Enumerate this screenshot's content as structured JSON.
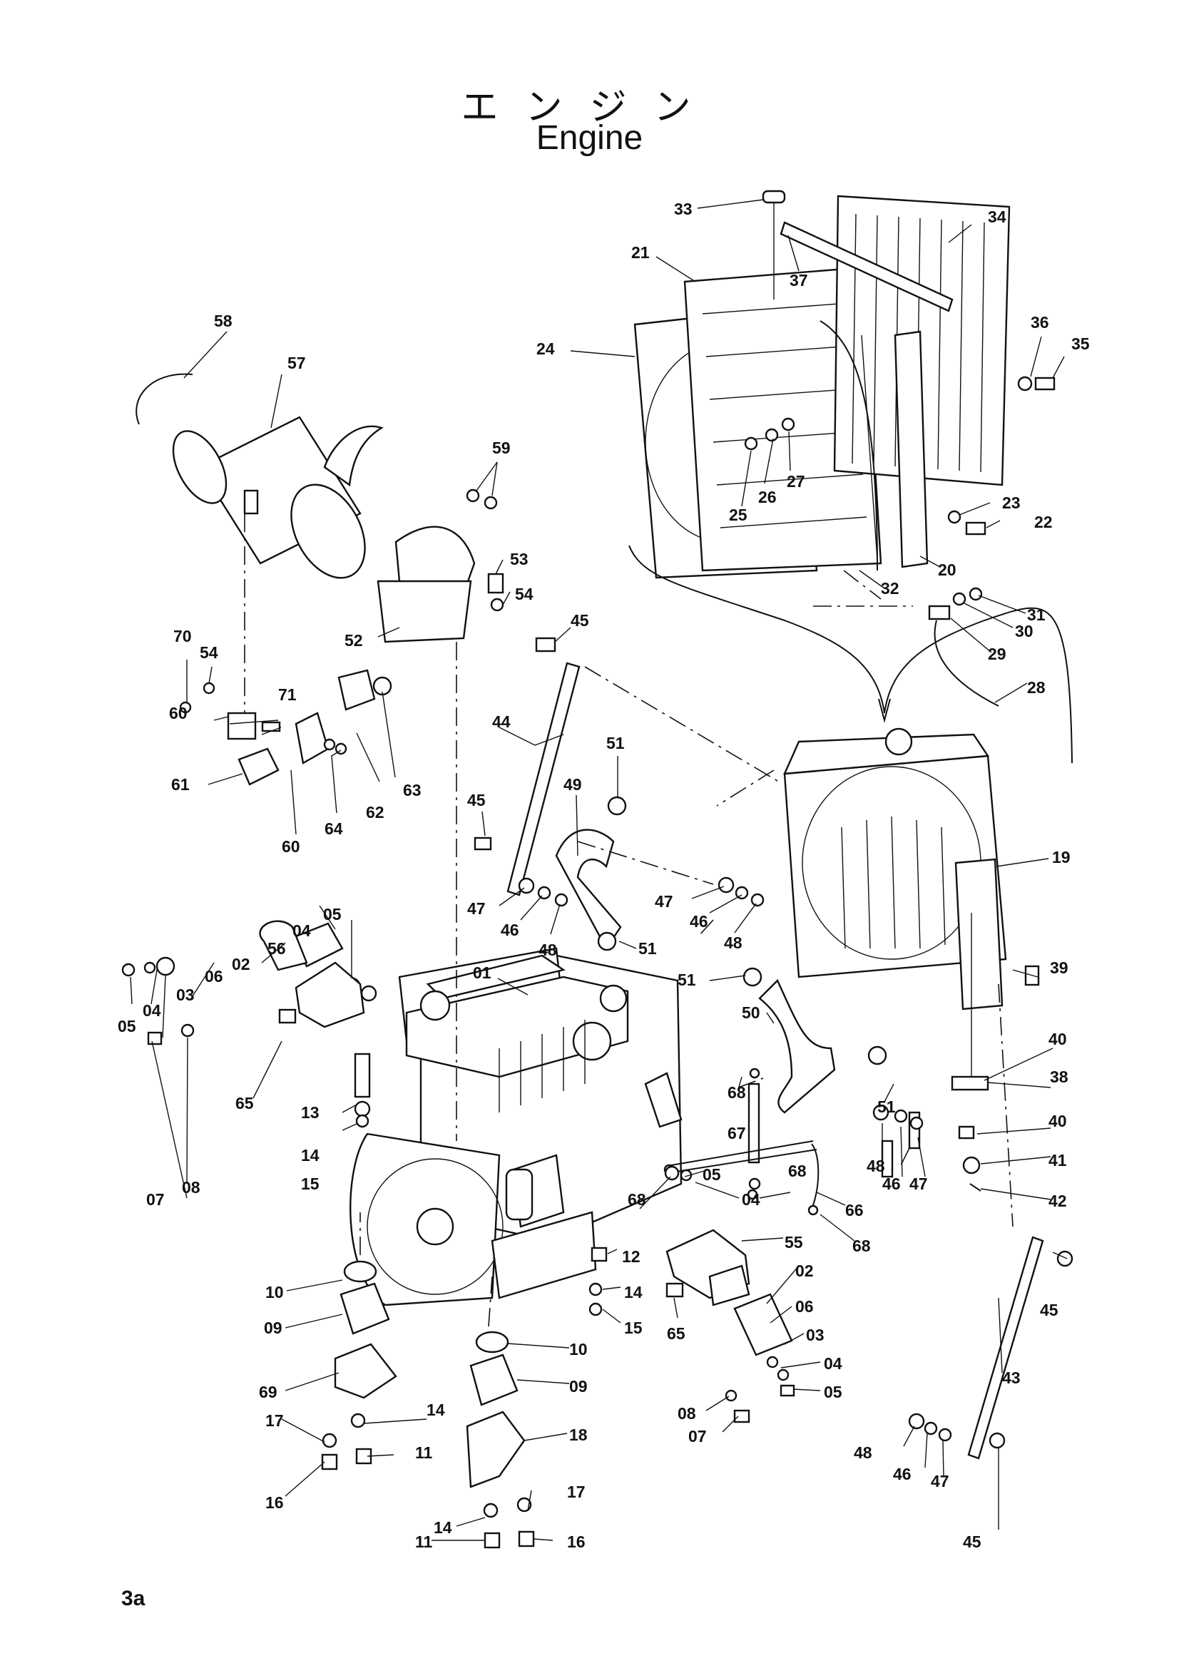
{
  "title": {
    "japanese": "エンジン",
    "english": "Engine"
  },
  "page_number": "3a",
  "labels": [
    {
      "id": "33"
    },
    {
      "id": "34"
    },
    {
      "id": "21"
    },
    {
      "id": "37"
    },
    {
      "id": "58"
    },
    {
      "id": "57"
    },
    {
      "id": "36"
    },
    {
      "id": "35"
    },
    {
      "id": "24"
    },
    {
      "id": "59"
    },
    {
      "id": "26"
    },
    {
      "id": "27"
    },
    {
      "id": "25"
    },
    {
      "id": "23"
    },
    {
      "id": "22"
    },
    {
      "id": "20"
    },
    {
      "id": "53"
    },
    {
      "id": "32"
    },
    {
      "id": "54"
    },
    {
      "id": "31"
    },
    {
      "id": "30"
    },
    {
      "id": "29"
    },
    {
      "id": "52"
    },
    {
      "id": "45"
    },
    {
      "id": "70"
    },
    {
      "id": "54"
    },
    {
      "id": "28"
    },
    {
      "id": "71"
    },
    {
      "id": "60"
    },
    {
      "id": "63"
    },
    {
      "id": "44"
    },
    {
      "id": "51"
    },
    {
      "id": "61"
    },
    {
      "id": "62"
    },
    {
      "id": "64"
    },
    {
      "id": "60"
    },
    {
      "id": "45"
    },
    {
      "id": "49"
    },
    {
      "id": "19"
    },
    {
      "id": "47"
    },
    {
      "id": "46"
    },
    {
      "id": "48"
    },
    {
      "id": "47"
    },
    {
      "id": "46"
    },
    {
      "id": "48"
    },
    {
      "id": "05"
    },
    {
      "id": "04"
    },
    {
      "id": "51"
    },
    {
      "id": "56"
    },
    {
      "id": "02"
    },
    {
      "id": "01"
    },
    {
      "id": "51"
    },
    {
      "id": "39"
    },
    {
      "id": "06"
    },
    {
      "id": "03"
    },
    {
      "id": "50"
    },
    {
      "id": "05"
    },
    {
      "id": "04"
    },
    {
      "id": "40"
    },
    {
      "id": "65"
    },
    {
      "id": "38"
    },
    {
      "id": "13"
    },
    {
      "id": "68"
    },
    {
      "id": "51"
    },
    {
      "id": "07"
    },
    {
      "id": "08"
    },
    {
      "id": "67"
    },
    {
      "id": "40"
    },
    {
      "id": "14"
    },
    {
      "id": "48"
    },
    {
      "id": "46"
    },
    {
      "id": "41"
    },
    {
      "id": "15"
    },
    {
      "id": "47"
    },
    {
      "id": "05"
    },
    {
      "id": "04"
    },
    {
      "id": "68"
    },
    {
      "id": "42"
    },
    {
      "id": "68"
    },
    {
      "id": "66"
    },
    {
      "id": "68"
    },
    {
      "id": "55"
    },
    {
      "id": "12"
    },
    {
      "id": "45"
    },
    {
      "id": "10"
    },
    {
      "id": "14"
    },
    {
      "id": "02"
    },
    {
      "id": "09"
    },
    {
      "id": "15"
    },
    {
      "id": "65"
    },
    {
      "id": "06"
    },
    {
      "id": "10"
    },
    {
      "id": "03"
    },
    {
      "id": "43"
    },
    {
      "id": "04"
    },
    {
      "id": "09"
    },
    {
      "id": "05"
    },
    {
      "id": "69"
    },
    {
      "id": "14"
    },
    {
      "id": "08"
    },
    {
      "id": "07"
    },
    {
      "id": "18"
    },
    {
      "id": "17"
    },
    {
      "id": "11"
    },
    {
      "id": "48"
    },
    {
      "id": "46"
    },
    {
      "id": "16"
    },
    {
      "id": "17"
    },
    {
      "id": "47"
    },
    {
      "id": "14"
    },
    {
      "id": "11"
    },
    {
      "id": "16"
    },
    {
      "id": "45"
    }
  ]
}
